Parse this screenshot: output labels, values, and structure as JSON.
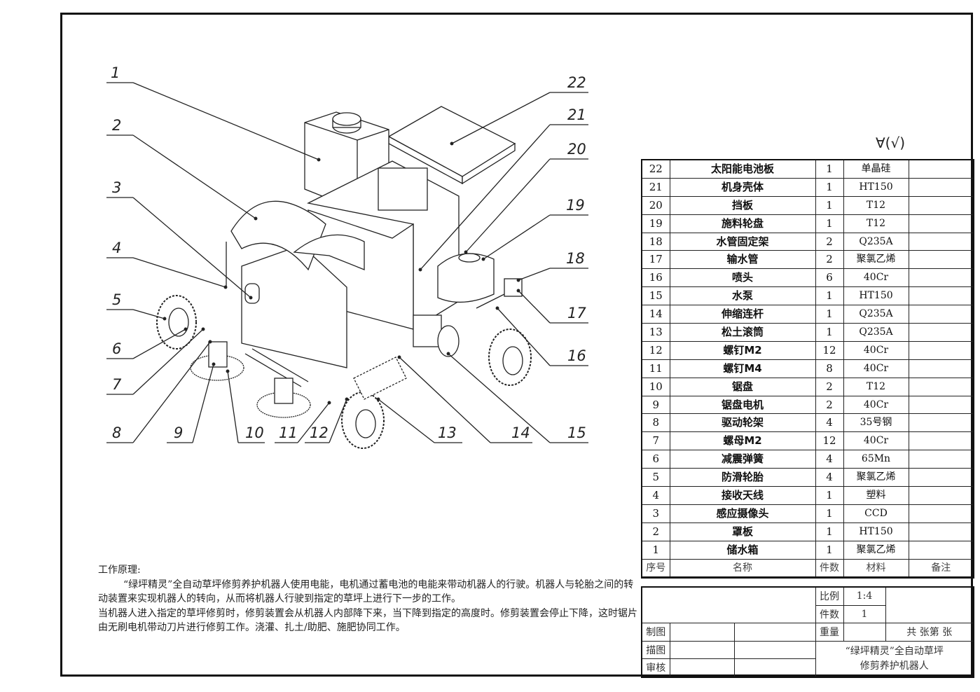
{
  "balloons": [
    "1",
    "2",
    "3",
    "4",
    "5",
    "6",
    "7",
    "8",
    "9",
    "10",
    "11",
    "12",
    "13",
    "14",
    "15",
    "16",
    "17",
    "18",
    "19",
    "20",
    "21",
    "22"
  ],
  "roughness_symbol": "∀(√)",
  "parts_table": {
    "rows": [
      {
        "no": "22",
        "name": "太阳能电池板",
        "qty": "1",
        "material": "单晶硅",
        "note": ""
      },
      {
        "no": "21",
        "name": "机身壳体",
        "qty": "1",
        "material": "HT150",
        "note": ""
      },
      {
        "no": "20",
        "name": "挡板",
        "qty": "1",
        "material": "T12",
        "note": ""
      },
      {
        "no": "19",
        "name": "施料轮盘",
        "qty": "1",
        "material": "T12",
        "note": ""
      },
      {
        "no": "18",
        "name": "水管固定架",
        "qty": "2",
        "material": "Q235A",
        "note": ""
      },
      {
        "no": "17",
        "name": "输水管",
        "qty": "2",
        "material": "聚氯乙烯",
        "note": ""
      },
      {
        "no": "16",
        "name": "喷头",
        "qty": "6",
        "material": "40Cr",
        "note": ""
      },
      {
        "no": "15",
        "name": "水泵",
        "qty": "1",
        "material": "HT150",
        "note": ""
      },
      {
        "no": "14",
        "name": "伸缩连杆",
        "qty": "1",
        "material": "Q235A",
        "note": ""
      },
      {
        "no": "13",
        "name": "松土滚筒",
        "qty": "1",
        "material": "Q235A",
        "note": ""
      },
      {
        "no": "12",
        "name": "螺钉M2",
        "qty": "12",
        "material": "40Cr",
        "note": ""
      },
      {
        "no": "11",
        "name": "螺钉M4",
        "qty": "8",
        "material": "40Cr",
        "note": ""
      },
      {
        "no": "10",
        "name": "锯盘",
        "qty": "2",
        "material": "T12",
        "note": ""
      },
      {
        "no": "9",
        "name": "锯盘电机",
        "qty": "2",
        "material": "40Cr",
        "note": ""
      },
      {
        "no": "8",
        "name": "驱动轮架",
        "qty": "4",
        "material": "35号钢",
        "note": ""
      },
      {
        "no": "7",
        "name": "螺母M2",
        "qty": "12",
        "material": "40Cr",
        "note": ""
      },
      {
        "no": "6",
        "name": "减震弹簧",
        "qty": "4",
        "material": "65Mn",
        "note": ""
      },
      {
        "no": "5",
        "name": "防滑轮胎",
        "qty": "4",
        "material": "聚氯乙烯",
        "note": ""
      },
      {
        "no": "4",
        "name": "接收天线",
        "qty": "1",
        "material": "塑料",
        "note": ""
      },
      {
        "no": "3",
        "name": "感应摄像头",
        "qty": "1",
        "material": "CCD",
        "note": ""
      },
      {
        "no": "2",
        "name": "罩板",
        "qty": "1",
        "material": "HT150",
        "note": ""
      },
      {
        "no": "1",
        "name": "储水箱",
        "qty": "1",
        "material": "聚氯乙烯",
        "note": ""
      }
    ],
    "headers": {
      "no": "序号",
      "name": "名称",
      "qty": "件数",
      "material": "材料",
      "note": "备注"
    }
  },
  "title_block": {
    "scale_label": "比例",
    "scale": "1:4",
    "qty_label": "件数",
    "qty": "1",
    "drawn_label": "制图",
    "traced_label": "描图",
    "checked_label": "审核",
    "weight_label": "重量",
    "sheets": "共 张第 张",
    "title_line1": "“绿坪精灵”全自动草坪",
    "title_line2": "修剪养护机器人"
  },
  "notes": {
    "heading": "工作原理:",
    "p1": "“绿坪精灵”全自动草坪修剪养护机器人使用电能，电机通过蓄电池的电能来带动机器人的行驶。机器人与轮胎之间的转动装置来实现机器人的转向，从而将机器人行驶到指定的草坪上进行下一步的工作。",
    "p2": "当机器人进入指定的草坪修剪时，修剪装置会从机器人内部降下来，当下降到指定的高度时。修剪装置会停止下降，这时锯片由无刷电机带动刀片进行修剪工作。浇灌、扎土/助肥、施肥协同工作。"
  }
}
